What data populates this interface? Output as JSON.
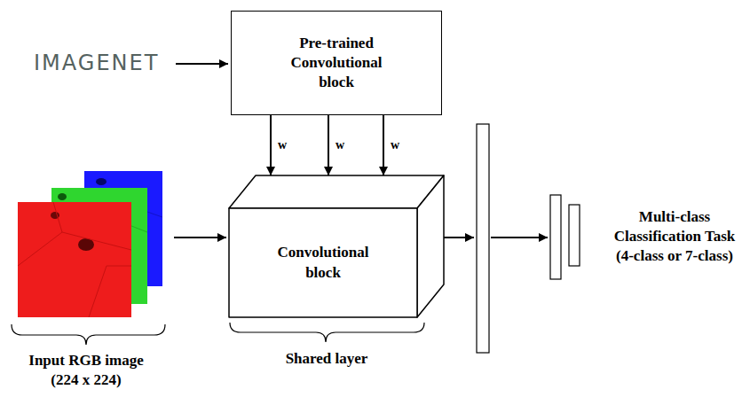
{
  "diagram": {
    "nodes": [
      {
        "text": [
          "Pre-trained Convolutional block"
        ]
      },
      {
        "text": [
          "Convolutional block"
        ]
      }
    ],
    "edges": [
      {
        "from": 0,
        "to": 1,
        "arrow": "to",
        "label": "w"
      },
      {
        "from": 0,
        "to": 1,
        "arrow": "to",
        "label": "w"
      },
      {
        "from": 0,
        "to": 1,
        "arrow": "to",
        "label": "w"
      }
    ],
    "labels": [
      "IMAGENET",
      "Input RGB image (224 x 224)",
      "Shared layer",
      "Multi-class Classification Task (4-class or 7-class)"
    ]
  }
}
